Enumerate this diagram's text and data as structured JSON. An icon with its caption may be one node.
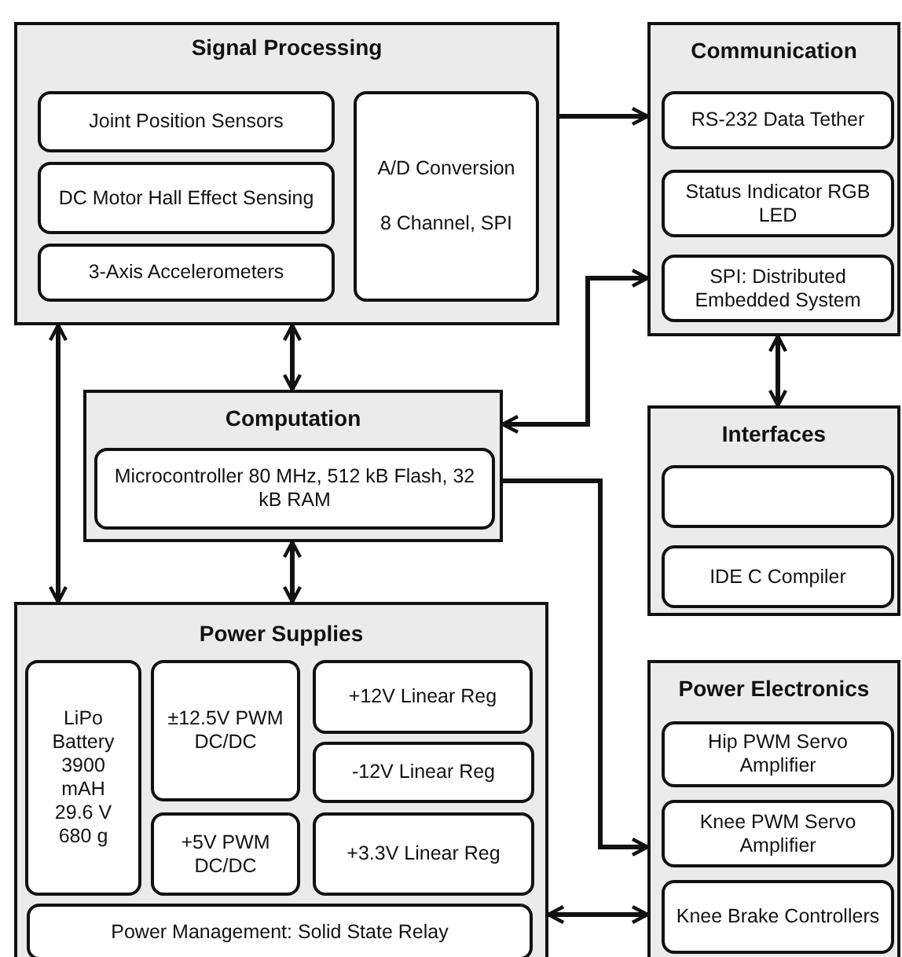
{
  "diagram": {
    "nodes": [
      {
        "text": [
          "Signal Processing"
        ]
      },
      {
        "text": [
          "Joint Position Sensors"
        ],
        "in": 0
      },
      {
        "text": [
          "DC Motor Hall Effect Sensing"
        ],
        "in": 0
      },
      {
        "text": [
          "3-Axis Accelerometers"
        ],
        "in": 0
      },
      {
        "text": [
          "A/D Conversion",
          "8 Channel, SPI"
        ],
        "in": 0
      },
      {
        "text": [
          "Communication"
        ]
      },
      {
        "text": [
          "RS-232 Data Tether"
        ],
        "in": 5
      },
      {
        "text": [
          "Status Indicator RGB LED"
        ],
        "in": 5
      },
      {
        "text": [
          "SPI: Distributed Embedded System"
        ],
        "in": 5
      },
      {
        "text": [
          "Computation"
        ]
      },
      {
        "text": [
          "Microcontroller 80 MHz, 512 kB Flash, 32 kB RAM"
        ],
        "in": 9
      },
      {
        "text": [
          "Interfaces"
        ]
      },
      {
        "text": [],
        "shape": "box",
        "in": 11
      },
      {
        "text": [
          "IDE C Compiler"
        ],
        "in": 11
      },
      {
        "text": [
          "Power Supplies"
        ]
      },
      {
        "text": [
          "LiPo Battery 3900 mAH 29.6 V 680 g"
        ],
        "in": 14
      },
      {
        "text": [
          "±12.5V PWM DC/DC"
        ],
        "in": 14
      },
      {
        "text": [
          "+12V Linear Reg"
        ],
        "in": 14
      },
      {
        "text": [
          "-12V Linear Reg"
        ],
        "in": 14
      },
      {
        "text": [
          "+5V PWM DC/DC"
        ],
        "in": 14
      },
      {
        "text": [
          "+3.3V Linear Reg"
        ],
        "in": 14
      },
      {
        "text": [
          "Power Management: Solid State Relay"
        ],
        "in": 14
      },
      {
        "text": [
          "Power Electronics"
        ]
      },
      {
        "text": [
          "Hip PWM Servo Amplifier"
        ],
        "in": 22
      },
      {
        "text": [
          "Knee PWM Servo Amplifier"
        ],
        "in": 22
      },
      {
        "text": [
          "Knee Brake Controllers"
        ],
        "in": 22
      }
    ],
    "edges": [
      {
        "from": 0,
        "to": 5,
        "arrow": "to"
      },
      {
        "from": 0,
        "to": 9,
        "arrow": "both"
      },
      {
        "from": 0,
        "to": 14,
        "arrow": "both"
      },
      {
        "from": 9,
        "to": 5,
        "arrow": "both"
      },
      {
        "from": 5,
        "to": 11,
        "arrow": "both"
      },
      {
        "from": 9,
        "to": 22,
        "arrow": "to"
      },
      {
        "from": 9,
        "to": 14,
        "arrow": "both"
      },
      {
        "from": 14,
        "to": 22,
        "arrow": "both"
      }
    ]
  }
}
